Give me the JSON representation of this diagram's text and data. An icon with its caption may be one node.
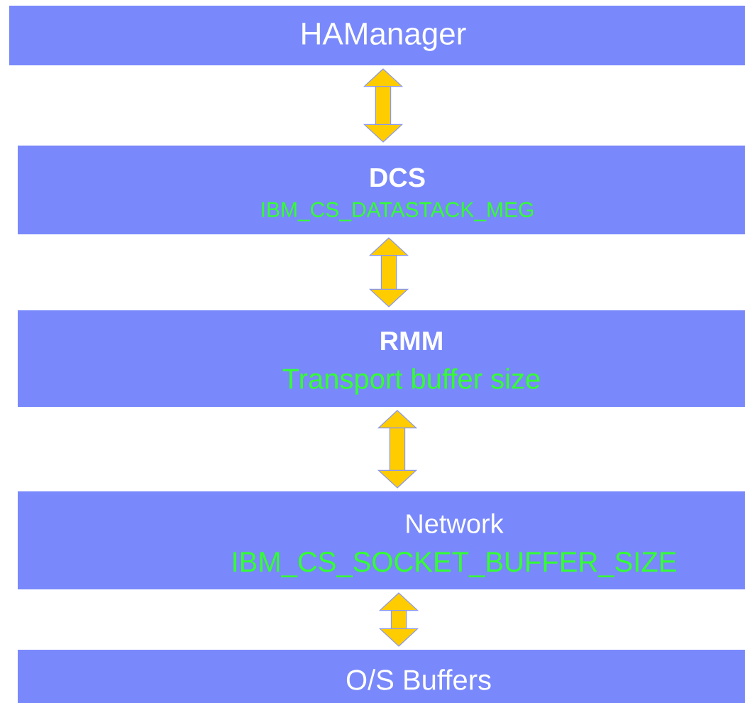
{
  "diagram": {
    "nodes": [
      {
        "text": [
          "HAManager"
        ]
      },
      {
        "text": [
          "**DCS**",
          "IBM_CS_DATASTACK_MEG"
        ]
      },
      {
        "text": [
          "**RMM**",
          "Transport buffer size"
        ]
      },
      {
        "text": [
          "Network",
          "IBM_CS_SOCKET_BUFFER_SIZE"
        ]
      },
      {
        "text": [
          "O/S Buffers"
        ]
      }
    ],
    "edges": [
      {
        "from": 0,
        "to": 1,
        "arrow": "both"
      },
      {
        "from": 1,
        "to": 2,
        "arrow": "both"
      },
      {
        "from": 2,
        "to": 3,
        "arrow": "both"
      },
      {
        "from": 3,
        "to": 4,
        "arrow": "both"
      }
    ]
  }
}
